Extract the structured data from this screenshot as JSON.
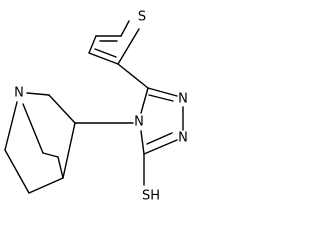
{
  "molecule": {
    "atom_labels": {
      "sulfur_thiophene": "S",
      "nitrogen_bicyclic": "N",
      "nitrogen_triazole_4": "N",
      "nitrogen_triazole_2": "N",
      "nitrogen_triazole_1": "N",
      "thiol": "SH"
    },
    "colors": {
      "bond": "#000000",
      "label": "#000000",
      "background": "#ffffff"
    }
  }
}
